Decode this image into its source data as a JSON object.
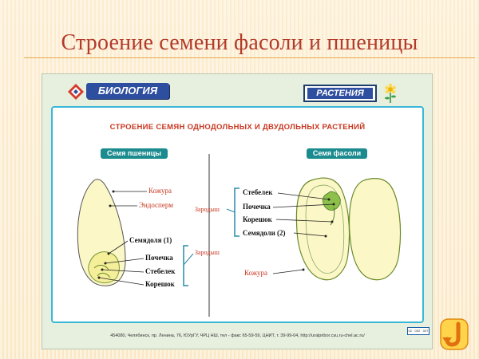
{
  "slide": {
    "title": "Строение семени фасоли и пшеницы"
  },
  "poster": {
    "header_brand": "БИОЛОГИЯ",
    "header_section": "РАСТЕНИЯ",
    "subtitle": "СТРОЕНИЕ СЕМЯН ОДНОДОЛЬНЫХ И ДВУДОЛЬНЫХ РАСТЕНИЙ",
    "wheat": {
      "heading": "Семя пшеницы",
      "labels": {
        "seed_coat": "Кожура",
        "endosperm": "Эндосперм",
        "cotyledon": "Семядоля (1)",
        "bud": "Почечка",
        "stem": "Стебелек",
        "root": "Корешок"
      },
      "embryo_note": "Зародыш"
    },
    "bean": {
      "heading": "Семя фасоли",
      "labels": {
        "stem": "Стебелек",
        "bud": "Почечка",
        "root": "Корешок",
        "cotyledons": "Семядоли (2)",
        "seed_coat": "Кожура"
      },
      "embryo_note": "Зародыш"
    },
    "footer": "454080, Челябинск, пр. Ленина, 76, ЮУрГУ, ЧРЦ НШ, тел - факс 65-59-59, ЦНИТ, т. 39-99-04, http://uralpribor.csu.ru-chel.ac.ru/",
    "code": "02 · 002 · 007"
  },
  "colors": {
    "title": "#b23a2a",
    "accent_red": "#c8361f",
    "teal": "#1b8b8f",
    "navy": "#2e4e9f",
    "seed_fill": "#fbf7c6"
  },
  "icons": {
    "logo": "publisher-logo-icon",
    "flower": "flower-icon",
    "return": "return-arrow-icon"
  }
}
